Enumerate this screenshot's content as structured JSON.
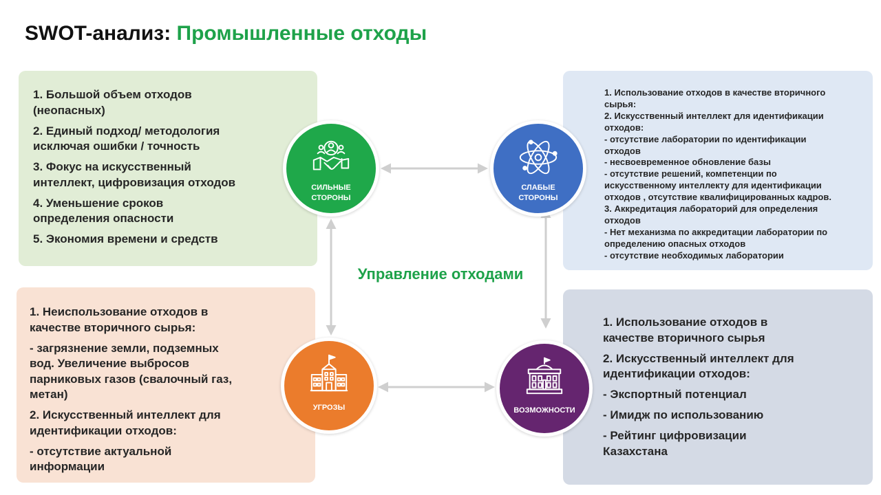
{
  "title": {
    "prefix": "SWOT-анализ: ",
    "main": "Промышленные отходы"
  },
  "center_label": "Управление отходами",
  "colors": {
    "title_green": "#1ea24a",
    "strengths": "#1fa84a",
    "weaknesses": "#3f6fc4",
    "threats": "#eb7c2c",
    "opportunities": "#65256f",
    "arrow": "#cfcfcf"
  },
  "strengths": {
    "label": "СИЛЬНЫЕ\nСТОРОНЫ",
    "icon": "people-handshake-icon",
    "items": [
      "1. Большой объем отходов\n(неопасных)",
      "2. Единый подход/ методология\nисключая ошибки / точность",
      "3. Фокус на искусственный\nинтеллект, цифровизация отходов",
      "4. Уменьшение сроков\nопределения опасности",
      "5. Экономия времени и средств"
    ]
  },
  "weaknesses": {
    "label": "СЛАБЫЕ\nСТОРОНЫ",
    "icon": "atom-icon",
    "items": [
      "1. Использование отходов в качестве вторичного\nсырья:",
      "2. Искусственный интеллект для идентификации\nотходов:",
      "- отсутствие лаборатории по идентификации\nотходов",
      "- несвоевременное обновление базы",
      "- отсутствие решений, компетенции по\nискусственному  интеллекту для идентификации\nотходов , отсутствие квалифицированных кадров.",
      "3. Аккредитация лабораторий для определения\nотходов",
      "- Нет механизма по аккредитации лаборатории по\nопределению опасных отходов",
      "- отсутствие  необходимых лаборатории"
    ]
  },
  "threats": {
    "label": "УГРОЗЫ",
    "icon": "school-building-icon",
    "items": [
      "1. Неиспользование отходов в\nкачестве вторичного сырья:",
      "- загрязнение земли, подземных\nвод. Увеличение выбросов\nпарниковых газов (свалочный газ,\nметан)",
      "2.  Искусственный интеллект для\nидентификации отходов:",
      "- отсутствие актуальной\nинформации"
    ]
  },
  "opportunities": {
    "label": "ВОЗМОЖНОСТИ",
    "icon": "government-building-icon",
    "items": [
      "1. Использование отходов в\nкачестве вторичного сырья",
      "2.  Искусственный интеллект для\nидентификации отходов:",
      "- Экспортный потенциал",
      "- Имидж по использованию",
      "- Рейтинг цифровизации\nКазахстана"
    ]
  }
}
